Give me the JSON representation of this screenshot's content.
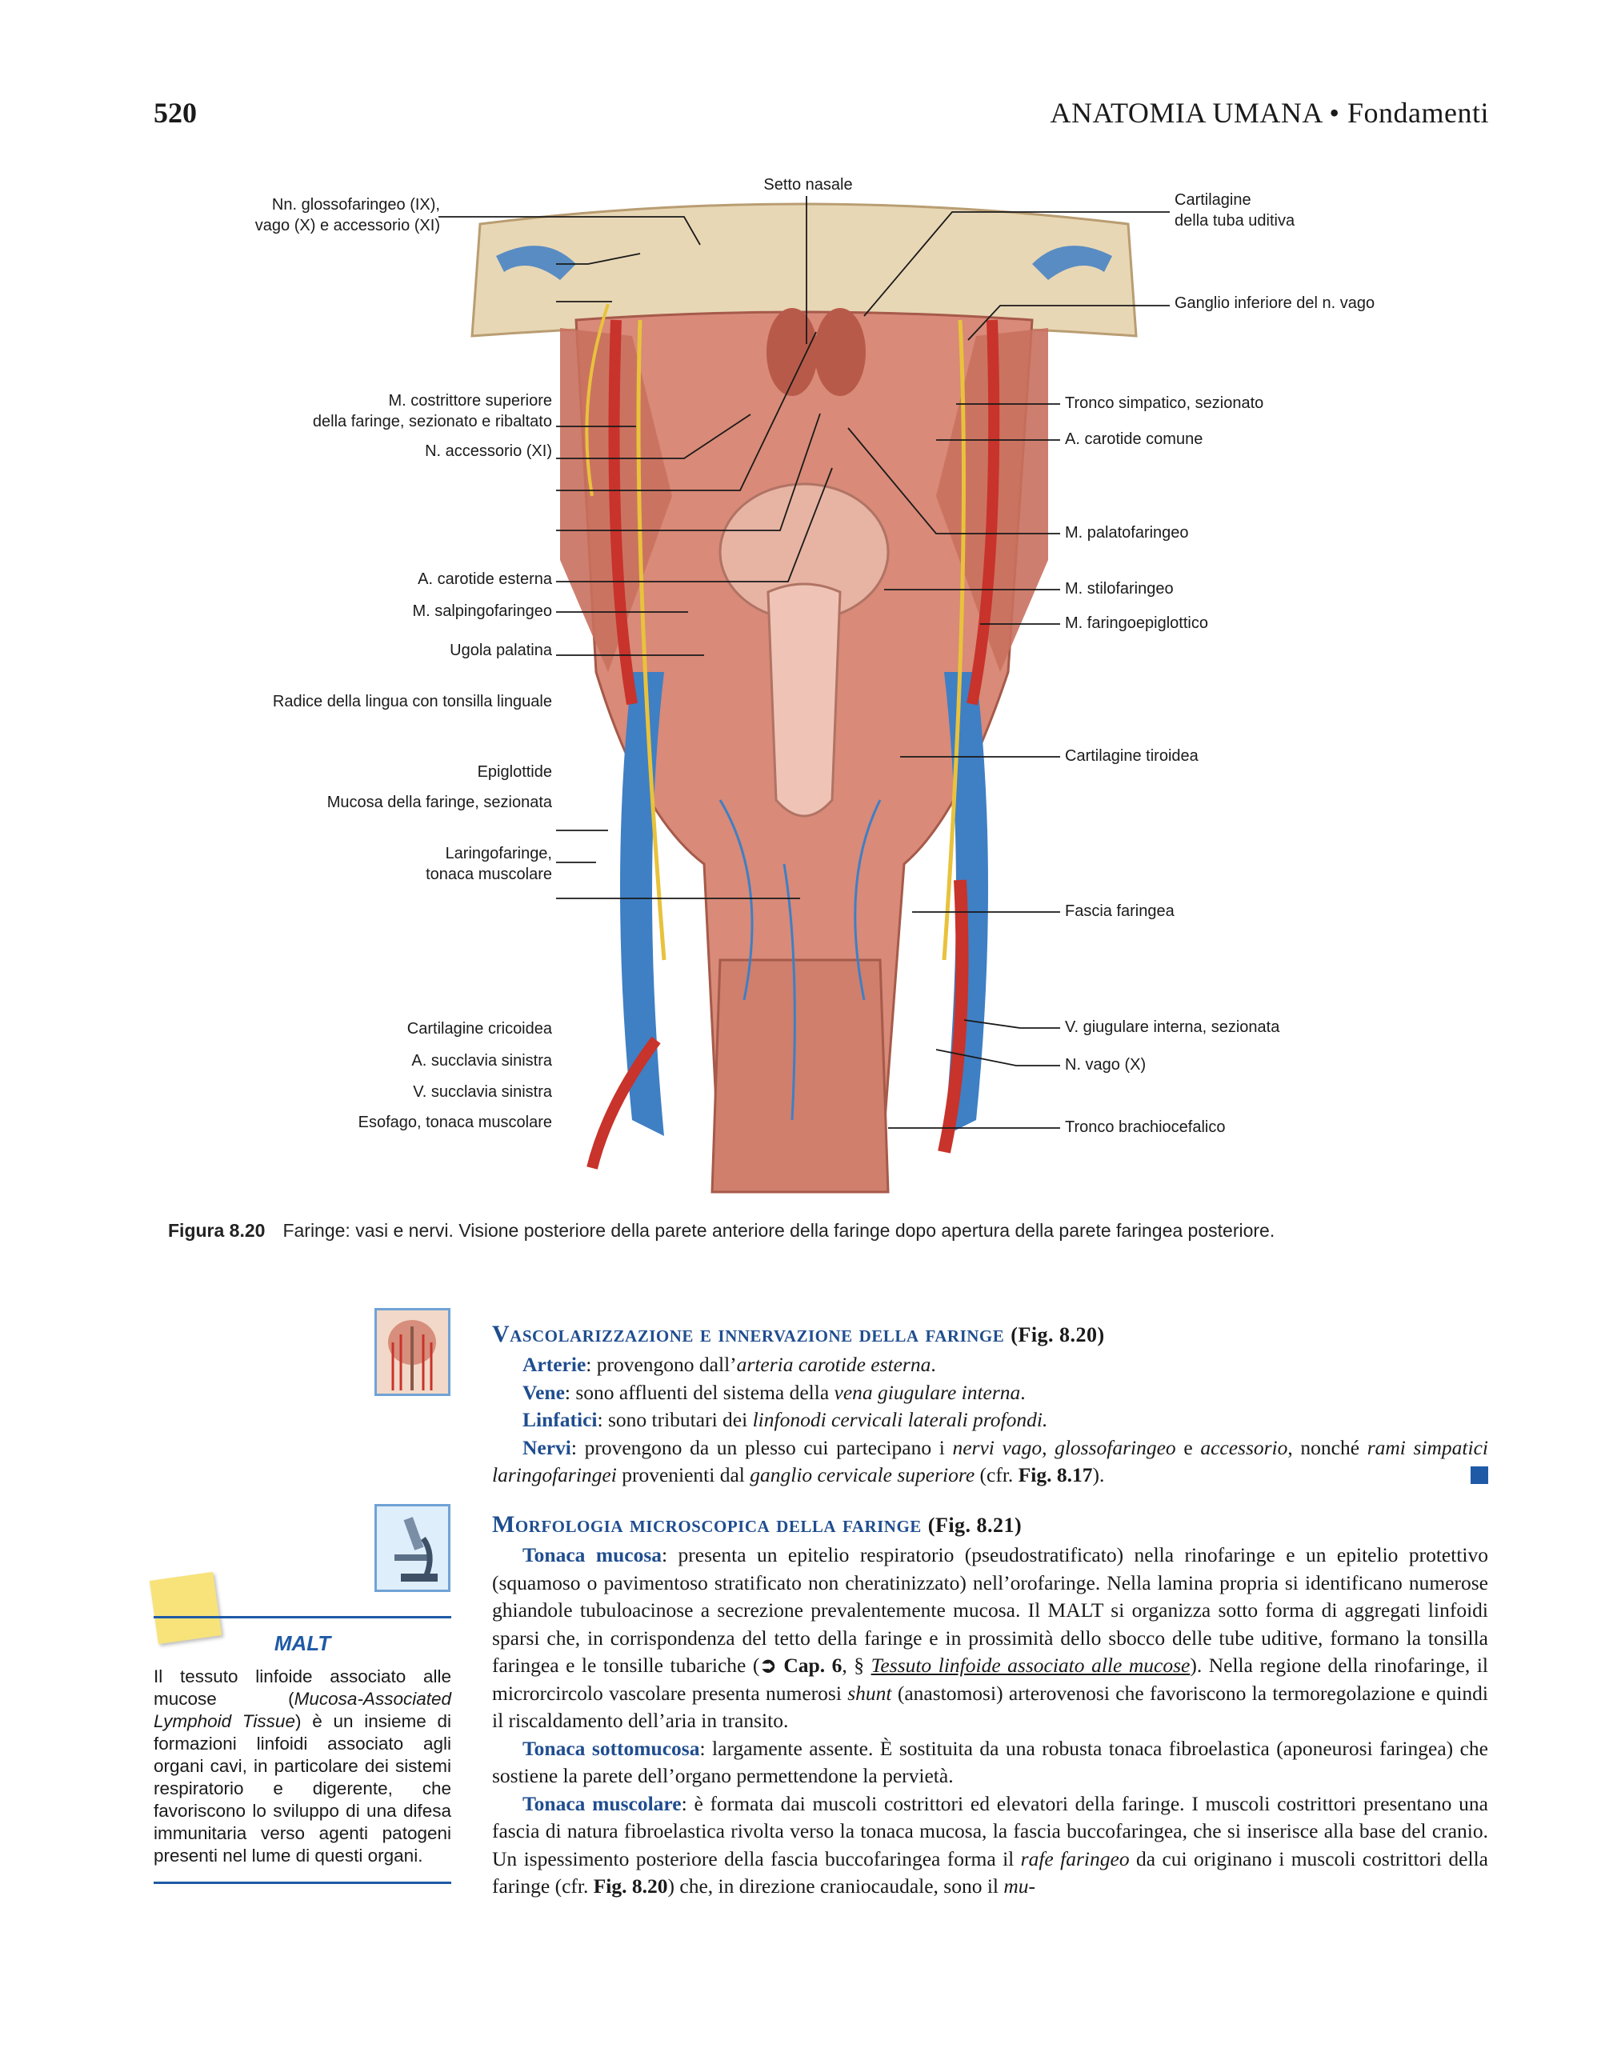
{
  "header": {
    "page_number": "520",
    "running_title": "ANATOMIA UMANA • Fondamenti"
  },
  "figure": {
    "labels_left": [
      "Nn. glossofaringeo (IX),\nvago (X) e accessorio (XI)",
      "M. costrittore superiore\ndella faringe, sezionato e ribaltato",
      "N. accessorio (XI)",
      "A. carotide esterna",
      "M. salpingofaringeo",
      "Ugola palatina",
      "Radice della lingua con tonsilla linguale",
      "Epiglottide",
      "Mucosa della faringe, sezionata",
      "Laringofaringe,\ntonaca muscolare",
      "Cartilagine cricoidea",
      "A. succlavia sinistra",
      "V. succlavia sinistra",
      "Esofago, tonaca muscolare"
    ],
    "label_top": "Setto nasale",
    "labels_right": [
      "Cartilagine\ndella tuba uditiva",
      "Ganglio inferiore del n. vago",
      "Tronco simpatico, sezionato",
      "A. carotide comune",
      "M. palatofaringeo",
      "M. stilofaringeo",
      "M. faringoepiglottico",
      "Cartilagine tiroidea",
      "Fascia faringea",
      "V. giugulare interna, sezionata",
      "N. vago (X)",
      "Tronco brachiocefalico"
    ],
    "caption_number": "Figura 8.20",
    "caption_text": "Faringe: vasi e nervi. Visione posteriore della parete anteriore della faringe dopo apertura della parete faringea posteriore."
  },
  "section1": {
    "title": "Vascolarizzazione e innervazione della faringe",
    "fig_ref": "(Fig. 8.20)",
    "arterie_term": "Arterie",
    "arterie_a": ": provengono dall’",
    "arterie_i": "arteria carotide esterna",
    "arterie_b": ".",
    "vene_term": "Vene",
    "vene_a": ": sono affluenti del sistema della ",
    "vene_i": "vena giugulare interna",
    "vene_b": ".",
    "linf_term": "Linfatici",
    "linf_a": ": sono tributari dei ",
    "linf_i": "linfonodi cervicali laterali profondi.",
    "nervi_term": "Nervi",
    "nervi_a": ": provengono da un plesso cui partecipano i ",
    "nervi_i1": "nervi vago, glossofaringeo",
    "nervi_b": " e ",
    "nervi_i2": "accessorio",
    "nervi_c": ", nonché ",
    "nervi_i3": "rami simpatici laringofaringei",
    "nervi_d": " provenienti dal ",
    "nervi_i4": "ganglio cervicale superiore",
    "nervi_e": " (cfr. ",
    "nervi_ref": "Fig. 8.17",
    "nervi_f": ")."
  },
  "section2": {
    "title": "Morfologia microscopica della faringe",
    "fig_ref": "(Fig. 8.21)",
    "p1_term": "Tonaca mucosa",
    "p1_a": ": presenta un epitelio respiratorio (pseudostratificato) nella rinofaringe e un epitelio protettivo (squamoso o pavimentoso stratificato non cheratinizzato) nell’orofaringe. Nella lamina propria si identificano numerose ghiandole tubuloacinose a secrezione prevalentemente mucosa. Il MALT si organizza sotto forma di aggregati linfoidi sparsi che, in corrispondenza del tetto della faringe e in prossimità dello sbocco delle tube uditive, formano la tonsilla faringea e le tonsille tubariche (",
    "p1_arrow": "➲ ",
    "p1_cap": "Cap. 6",
    "p1_b": ", § ",
    "p1_link": "Tessuto linfoide associato alle mucose",
    "p1_c": "). Nella regione della rinofaringe, il microrcircolo vascolare presenta numerosi ",
    "p1_i": "shunt",
    "p1_d": " (anastomosi) arterovenosi che favoriscono la termoregolazione e quindi il riscaldamento dell’aria in transito.",
    "p2_term": "Tonaca sottomucosa",
    "p2_a": ": largamente assente. È sostituita da una robusta tonaca fibroelastica (aponeurosi faringea) che sostiene la parete dell’organo permettendone la pervietà.",
    "p3_term": "Tonaca muscolare",
    "p3_a": ": è formata dai muscoli costrittori ed elevatori della faringe. I muscoli costrittori presentano una fascia di natura fibroelastica rivolta verso la tonaca mucosa, la fascia buccofaringea, che si inserisce alla base del cranio. Un ispessimento posteriore della fascia buccofaringea forma il ",
    "p3_i": "rafe faringeo",
    "p3_b": " da cui originano i muscoli costrittori della faringe (cfr. ",
    "p3_ref": "Fig. 8.20",
    "p3_c": ") che, in direzione craniocaudale, sono il ",
    "p3_i2": "mu-"
  },
  "sidebar": {
    "title": "MALT",
    "body_a": "Il tessuto linfoide associato alle mucose (",
    "body_i": "Mucosa-Associated Lymphoid Tissue",
    "body_b": ") è un insieme di formazioni linfoidi associato agli organi cavi, in particolare dei sistemi respiratorio e digerente, che favoriscono lo sviluppo di una difesa immunitaria verso agenti patogeni presenti nel lume di questi organi."
  },
  "colors": {
    "accent_blue": "#1f4d8f",
    "artery": "#c8332b",
    "vein": "#3f7fc4",
    "nerve": "#e8c23c",
    "muscle": "#d98a78",
    "bone": "#e8d7b5"
  }
}
